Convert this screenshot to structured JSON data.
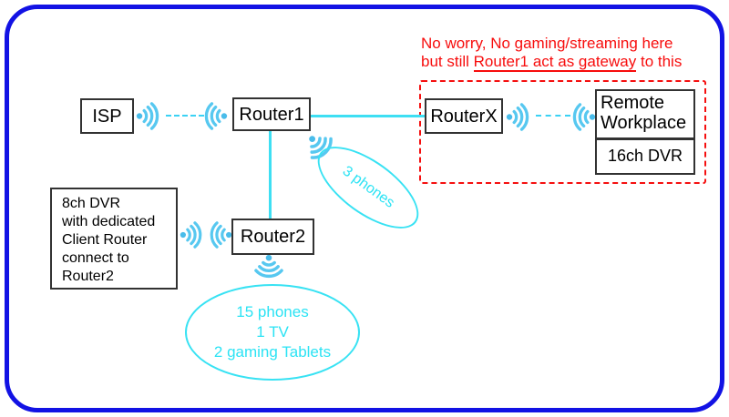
{
  "note": {
    "line1": "No worry, No gaming/streaming here",
    "line2_pre": "but still ",
    "line2_underline": "Router1 act as gateway",
    "line2_post": " to this"
  },
  "nodes": {
    "isp": {
      "label": "ISP"
    },
    "router1": {
      "label": "Router1"
    },
    "routerx": {
      "label": "RouterX"
    },
    "remote_workplace": {
      "label": "Remote\nWorkplace"
    },
    "dvr16": {
      "label": "16ch DVR"
    },
    "dvr8": {
      "label": "8ch DVR\nwith dedicated\nClient Router\nconnect to\nRouter2"
    },
    "router2": {
      "label": "Router2"
    }
  },
  "ellipses": {
    "router1_clients": {
      "label": "3 phones"
    },
    "router2_clients": {
      "label": "15 phones\n1 TV\n2 gaming Tablets"
    }
  },
  "icons": {
    "wifi": "wifi-signal-icon"
  },
  "colors": {
    "frame_blue": "#1212e4",
    "link_cyan": "#3edff3",
    "wifi_blue": "#57c8f0",
    "alert_red": "#f70d0d",
    "box_border": "#323232"
  }
}
